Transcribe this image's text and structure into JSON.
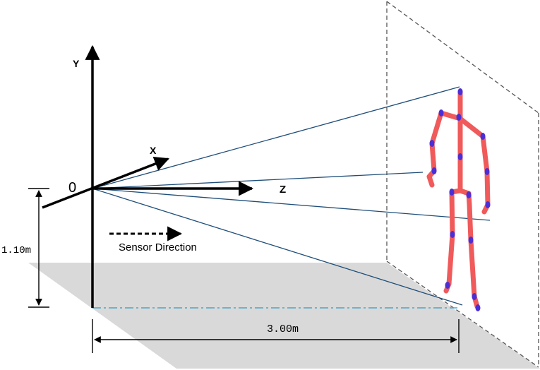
{
  "axes": {
    "y_label": "Y",
    "x_label": "X",
    "z_label": "Z",
    "origin_label": "0"
  },
  "annotations": {
    "sensor_direction": "Sensor Direction",
    "height": "1.10m",
    "distance": "3.00m"
  },
  "colors": {
    "floor": "#d9d9d9",
    "axis": "#000000",
    "ray": "#1f4e79",
    "dash_line": "#4aa6c7",
    "skeleton_bone": "#f05a5a",
    "skeleton_joint": "#4b2fd6"
  }
}
